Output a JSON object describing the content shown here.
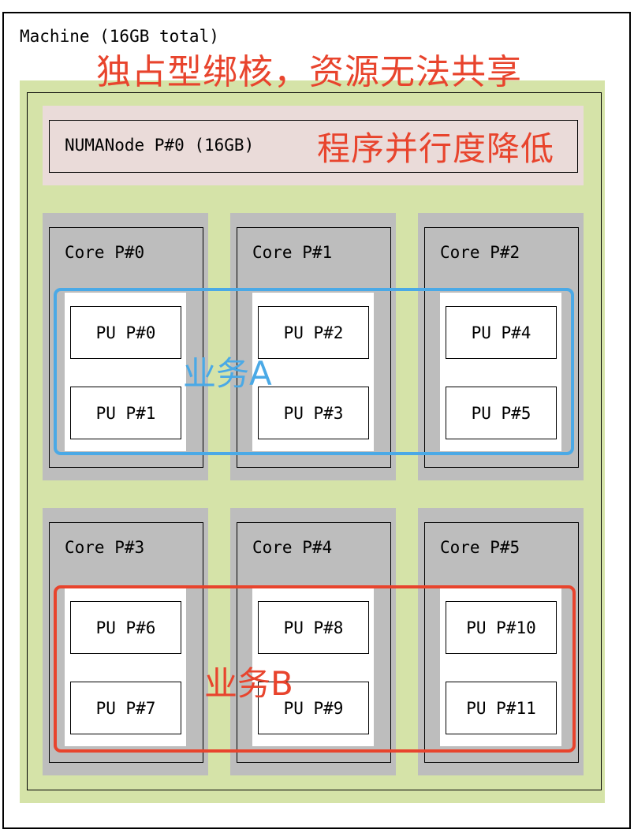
{
  "machine": {
    "label": "Machine (16GB total)"
  },
  "numa": {
    "label": "NUMANode P#0 (16GB)"
  },
  "annotations": {
    "exclusive_binding": "独占型绑核，资源无法共享",
    "parallelism_reduced": "程序并行度降低"
  },
  "cores": [
    {
      "label": "Core P#0",
      "pus": [
        "PU P#0",
        "PU P#1"
      ]
    },
    {
      "label": "Core P#1",
      "pus": [
        "PU P#2",
        "PU P#3"
      ]
    },
    {
      "label": "Core P#2",
      "pus": [
        "PU P#4",
        "PU P#5"
      ]
    },
    {
      "label": "Core P#3",
      "pus": [
        "PU P#6",
        "PU P#7"
      ]
    },
    {
      "label": "Core P#4",
      "pus": [
        "PU P#8",
        "PU P#9"
      ]
    },
    {
      "label": "Core P#5",
      "pus": [
        "PU P#10",
        "PU P#11"
      ]
    }
  ],
  "groups": [
    {
      "label": "业务A",
      "color": "#4aa9e6"
    },
    {
      "label": "业务B",
      "color": "#e8442d"
    }
  ]
}
